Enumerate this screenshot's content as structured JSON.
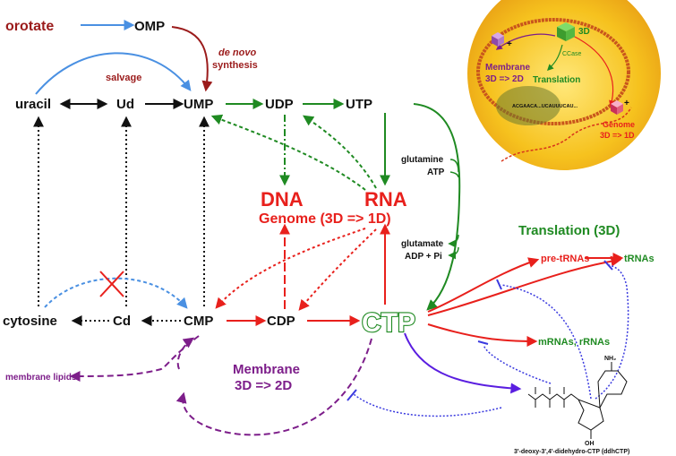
{
  "nodes": {
    "orotate": "orotate",
    "omp": "OMP",
    "uracil": "uracil",
    "ud": "Ud",
    "ump": "UMP",
    "udp": "UDP",
    "utp": "UTP",
    "cytosine": "cytosine",
    "cd": "Cd",
    "cmp": "CMP",
    "cdp": "CDP",
    "ctp": "CTP",
    "dna": "DNA",
    "rna": "RNA",
    "pre_trnas": "pre-tRNAs",
    "trnas": "tRNAs",
    "mrnas_rrnas": "mRNAs, rRNAs",
    "membrane_lipids": "membrane lipids"
  },
  "labels": {
    "de_novo": "de novo",
    "synthesis": "synthesis",
    "salvage": "salvage",
    "genome": "Genome (3D => 1D)",
    "glutamine": "glutamine",
    "atp": "ATP",
    "glutamate": "glutamate",
    "adp_pi": "ADP + Pi",
    "translation": "Translation (3D)",
    "membrane_line1": "Membrane",
    "membrane_line2": "3D => 2D",
    "ddhctp": "3'-deoxy-3',4'-didehydro-CTP (ddhCTP)",
    "nh2": "NH₂",
    "oh": "OH"
  },
  "cell": {
    "label_3d": "3D",
    "ccase": "CCase",
    "translation": "Translation",
    "membrane_line1": "Membrane",
    "membrane_line2": "3D => 2D",
    "genome_line1": "Genome",
    "genome_line2": "3D => 1D",
    "sequence": "ACGAACA...UCAUUUCAU..."
  },
  "colors": {
    "black": "#111111",
    "red": "#e8201c",
    "dark_red": "#9b1b1b",
    "green": "#1f8a22",
    "blue": "#4a90e2",
    "purple": "#7d1e8a",
    "violet": "#5a1ee0",
    "dotted_blue": "#3a3adf",
    "cell_fill": "#f6c21e",
    "cell_border": "#c9561c"
  }
}
